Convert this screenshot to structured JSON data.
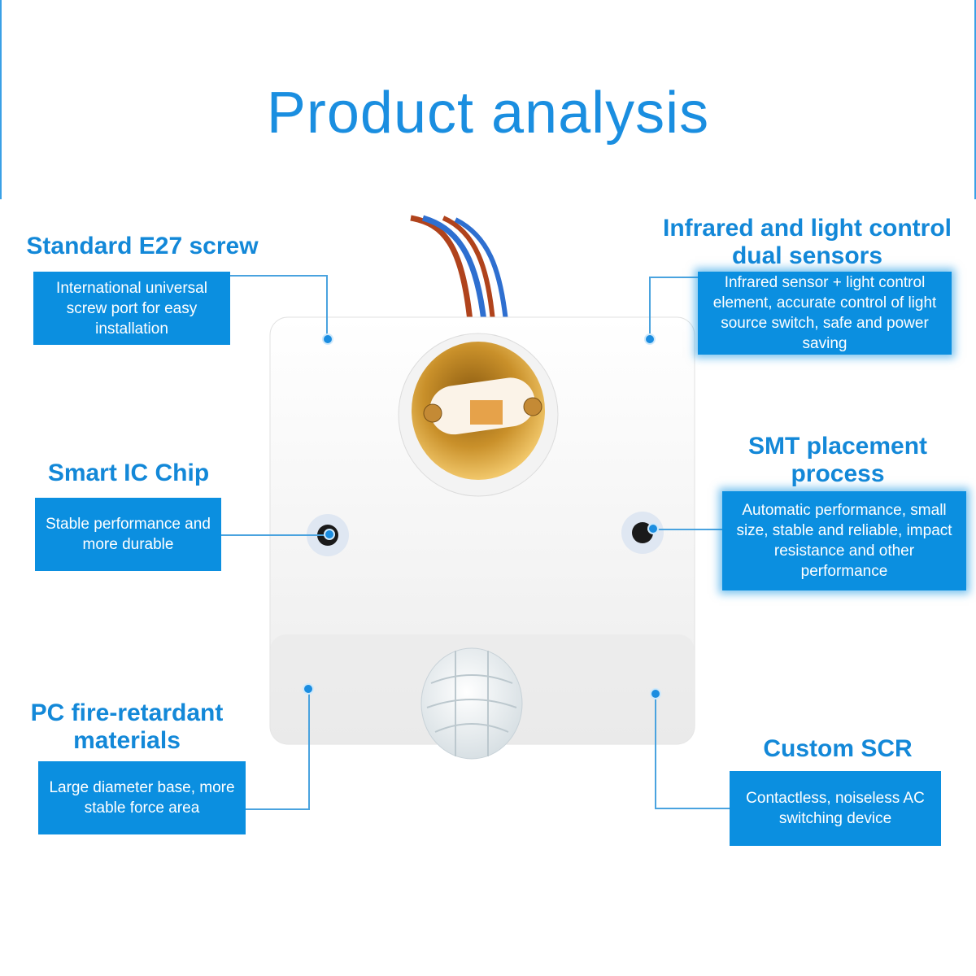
{
  "title": "Product analysis",
  "features": [
    {
      "heading": "Standard E27 screw",
      "text": "International universal screw port for easy installation"
    },
    {
      "heading": "Infrared and light control dual sensors",
      "text": "Infrared sensor + light control element, accurate control of light source switch, safe and power saving"
    },
    {
      "heading": "Smart IC Chip",
      "text": "Stable performance and more durable"
    },
    {
      "heading": "SMT placement process",
      "text": "Automatic performance, small size, stable and reliable, impact resistance and other performance"
    },
    {
      "heading": "PC fire-retardant materials",
      "text": "Large diameter base, more stable force area"
    },
    {
      "heading": "Custom SCR",
      "text": "Contactless, noiseless AC switching device"
    }
  ],
  "colors": {
    "accent": "#1a8ee0",
    "box": "#0b8fe0",
    "device": "#f7f7f7",
    "socket": "#d9a441"
  }
}
